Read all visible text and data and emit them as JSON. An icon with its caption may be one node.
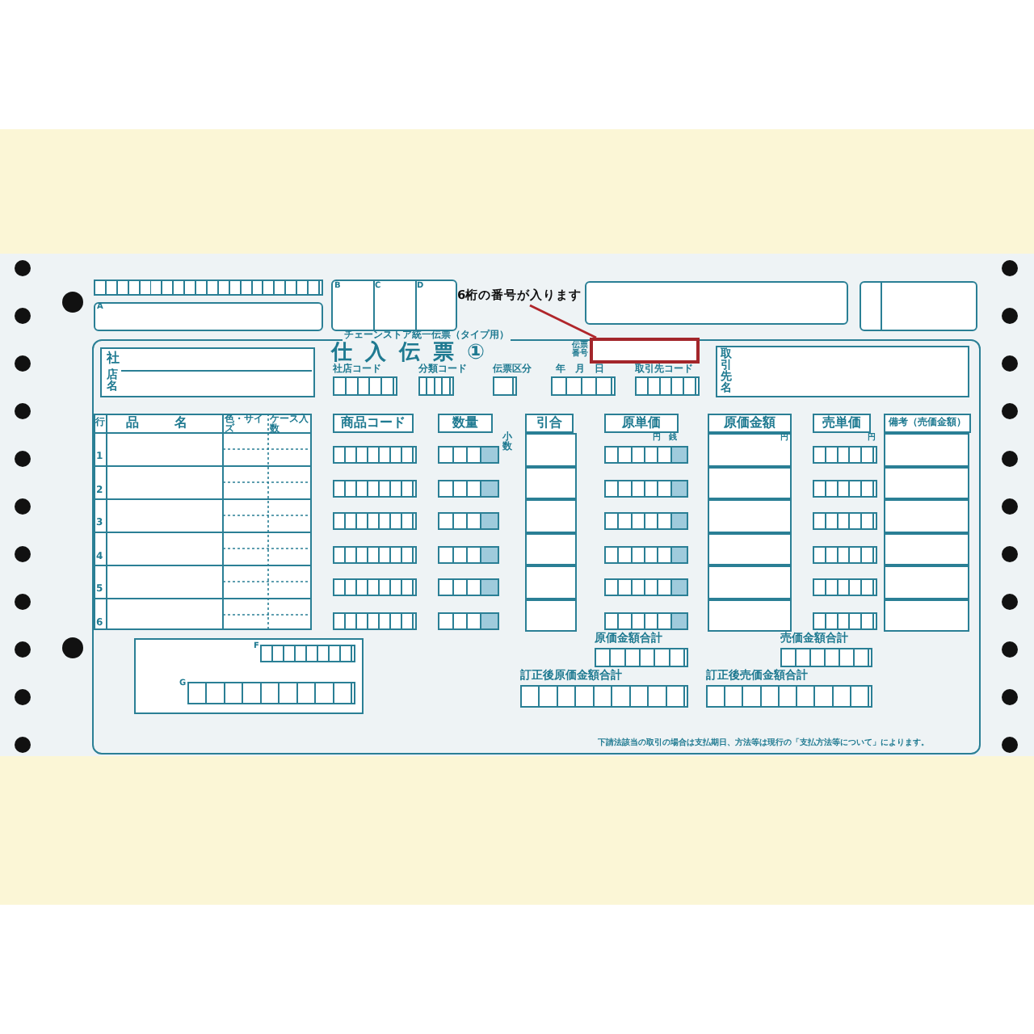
{
  "diagram": {
    "nodes": [
      {
        "text": [
          "6桁の番号が入ります"
        ]
      },
      {
        "text": [],
        "shape": "box"
      }
    ],
    "edges": [
      {
        "from": 0,
        "to": 1,
        "arrow": "none"
      }
    ],
    "labels": [
      "A",
      "B",
      "C",
      "D",
      "チェーンストア統一伝票（タイプ用）",
      "仕入伝票①",
      "伝票番号",
      "社",
      "店名",
      "社店コード",
      "分類コード",
      "伝票区分",
      "年",
      "月",
      "日",
      "取引先コード",
      "取引先名",
      "行",
      "品名",
      "色・サイズ",
      "ケース入数",
      "商品コード",
      "数量",
      "小数",
      "引合",
      "原単価",
      "円",
      "銭",
      "原価金額",
      "円",
      "売単価",
      "円",
      "備考（売価金額）",
      "1",
      "2",
      "3",
      "4",
      "5",
      "6",
      "F",
      "G",
      "原価金額合計",
      "売価金額合計",
      "訂正後原価金額合計",
      "訂正後売価金額合計",
      "下請法該当の取引の場合は支払期日、方法等は現行の「支払方法等について」によります。"
    ]
  }
}
